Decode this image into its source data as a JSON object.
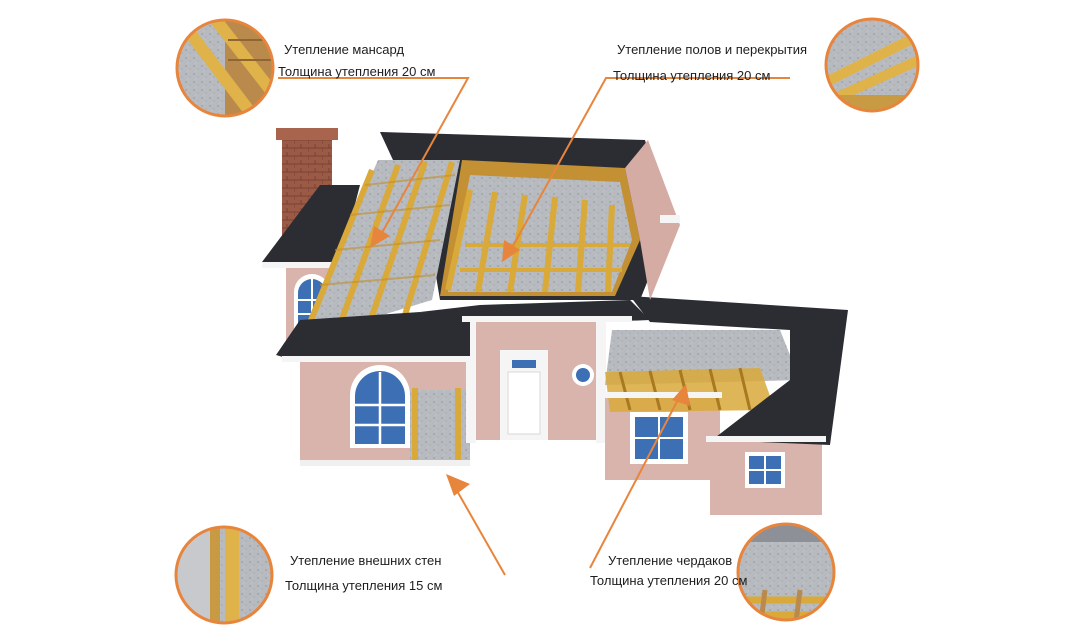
{
  "colors": {
    "accent": "#e8853c",
    "roof": "#2b2d33",
    "wall": "#d9b4ac",
    "trim": "#f5f5f5",
    "insulation": "#b9bcc0",
    "timber": "#d9a93a",
    "brick": "#9b5a45"
  },
  "callouts": [
    {
      "id": "attic",
      "title": "Утепление мансард",
      "thickness": "Толщина утепления 20 см"
    },
    {
      "id": "floor",
      "title": "Утепление полов и перекрытия",
      "thickness": "Толщина утепления 20 см"
    },
    {
      "id": "walls",
      "title": "Утепление внешних стен",
      "thickness": "Толщина утепления 15 см"
    },
    {
      "id": "loft",
      "title": "Утепление чердаков",
      "thickness": "Толщина утепления 20 см"
    }
  ]
}
